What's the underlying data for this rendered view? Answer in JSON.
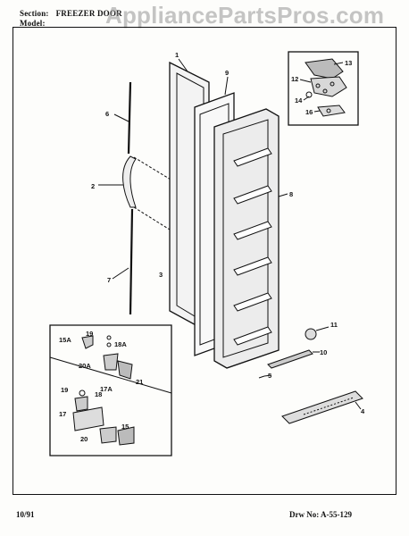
{
  "header": {
    "section_label": "Section:",
    "section_value": "FREEZER DOOR",
    "model_label": "Model:"
  },
  "watermark": "AppliancePartsPros.com",
  "footer": {
    "date": "10/91",
    "drawing_number": "Drw No: A-55-129"
  },
  "callouts": {
    "c1": "1",
    "c2": "2",
    "c3": "3",
    "c4": "4",
    "c5": "5",
    "c6": "6",
    "c7": "7",
    "c8": "8",
    "c9": "9",
    "c10": "10",
    "c11": "11",
    "c12": "12",
    "c13": "13",
    "c14": "14",
    "c15": "15",
    "c15a": "15A",
    "c16": "16",
    "c17": "17",
    "c17a": "17A",
    "c18": "18",
    "c18a": "18A",
    "c19a": "19",
    "c19b": "19",
    "c20": "20",
    "c20a": "20A",
    "c21": "21"
  }
}
